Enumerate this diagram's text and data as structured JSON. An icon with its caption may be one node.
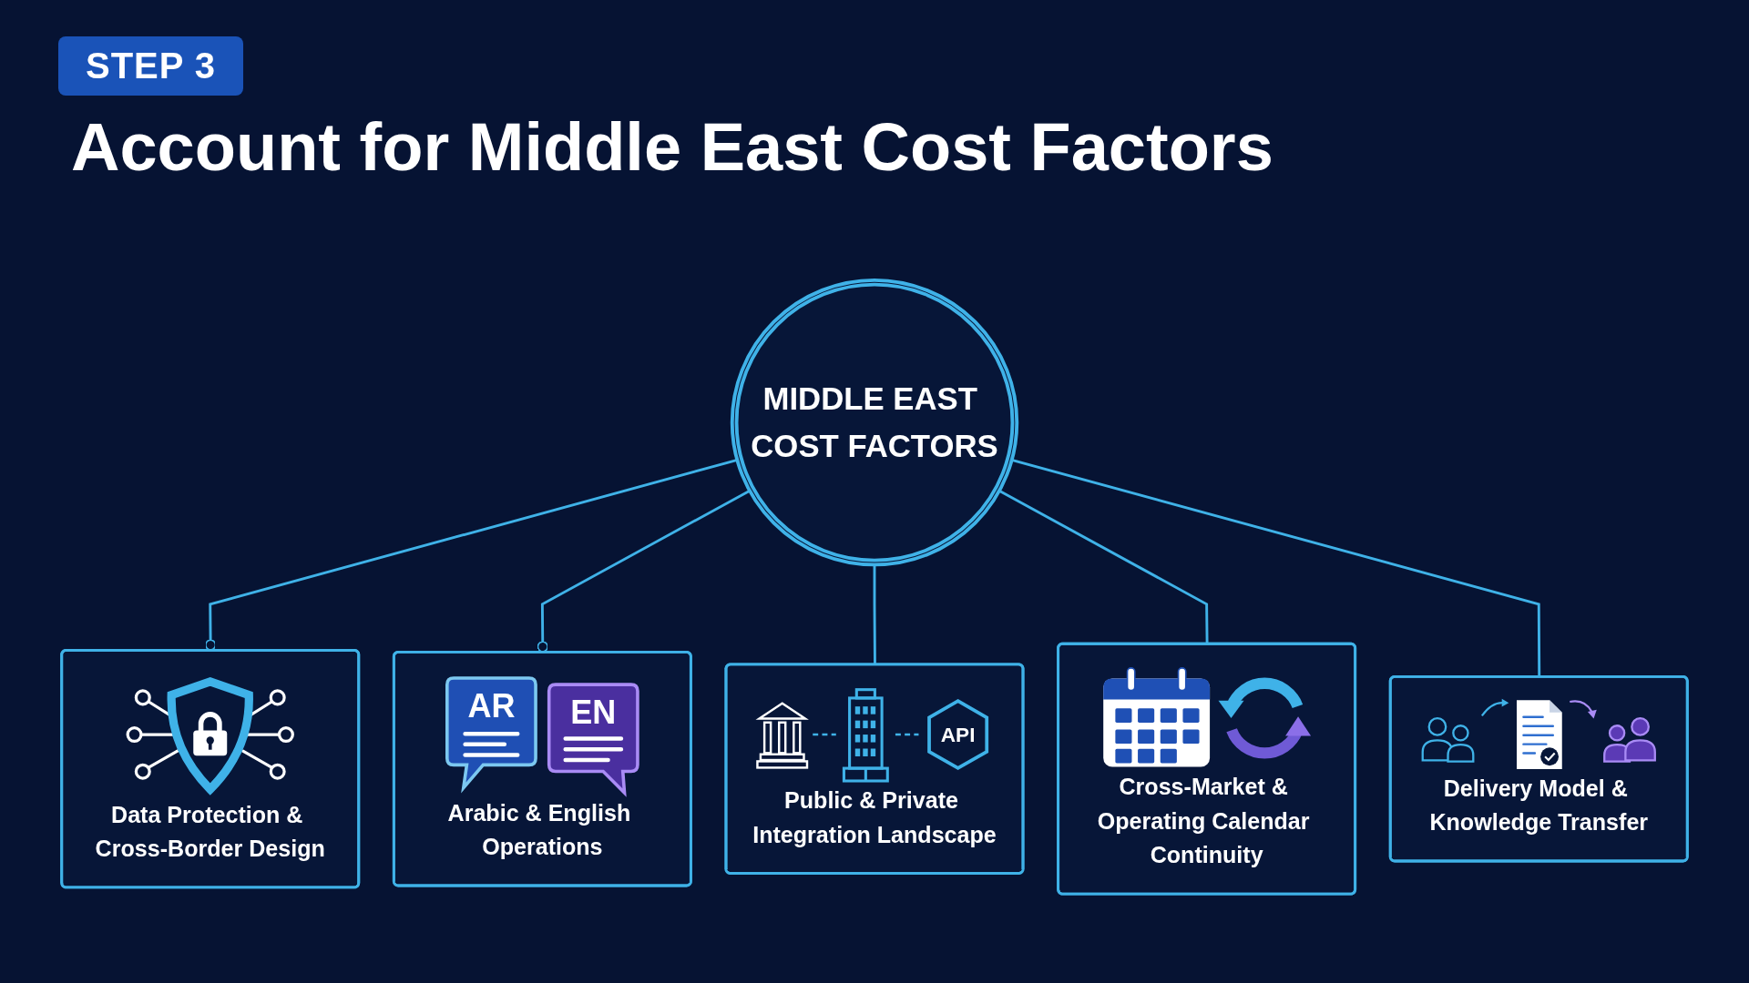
{
  "diagram": {
    "title": "Account for Middle East Cost Factors",
    "nodes": [
      {
        "text": [
          "MIDDLE EAST COST FACTORS"
        ]
      },
      {
        "text": [
          "Data Protection & Cross-Border Design"
        ]
      },
      {
        "text": [
          "AR",
          "EN",
          "Arabic & English Operations"
        ]
      },
      {
        "text": [
          "API",
          "Public & Private Integration Landscape"
        ]
      },
      {
        "text": [
          "Cross-Market & Operating Calendar Continuity"
        ]
      },
      {
        "text": [
          "Delivery Model & Knowledge Transfer"
        ]
      }
    ],
    "edges": [
      {
        "from": 0,
        "to": 1,
        "arrow": "other"
      },
      {
        "from": 0,
        "to": 2,
        "arrow": "other"
      },
      {
        "from": 0,
        "to": 3,
        "arrow": "none"
      },
      {
        "from": 0,
        "to": 4,
        "arrow": "none"
      },
      {
        "from": 0,
        "to": 5,
        "arrow": "none"
      }
    ],
    "labels": [
      "STEP 3"
    ]
  }
}
